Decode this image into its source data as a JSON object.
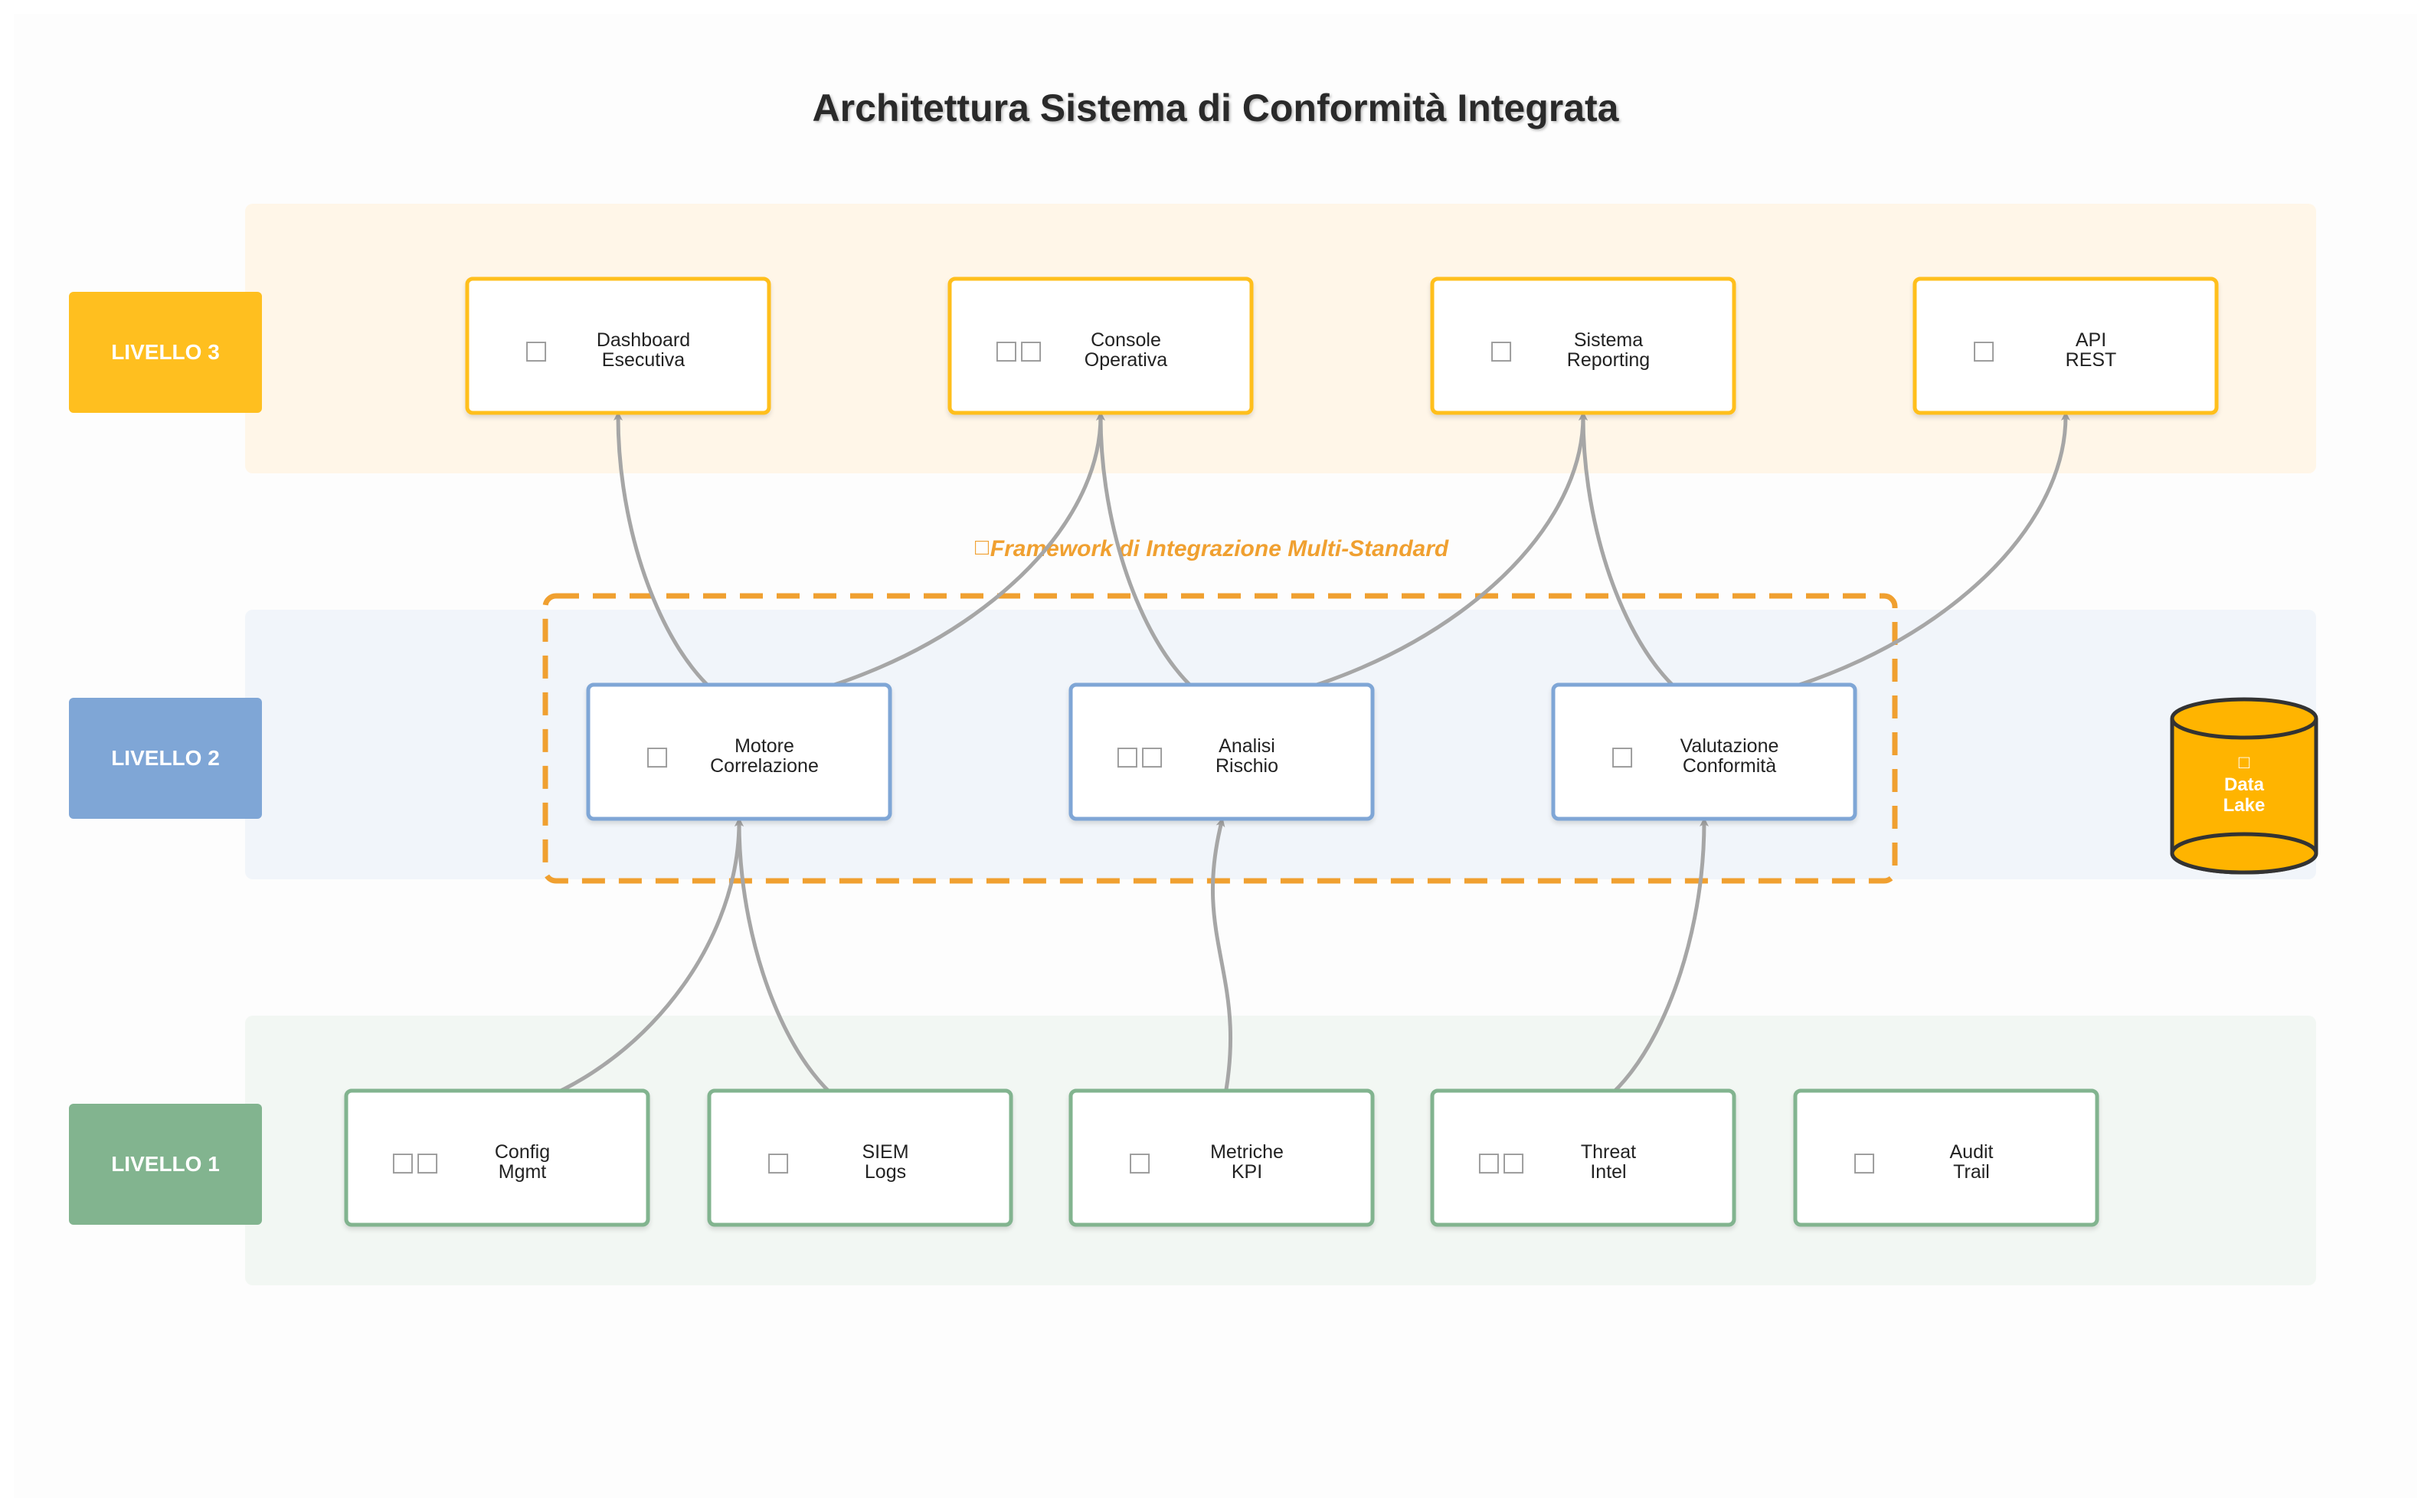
{
  "title": "Architettura Sistema di Conformità Integrata",
  "colors": {
    "level3": "#ffbf1f",
    "level2": "#7fa6d6",
    "level1": "#82b48f",
    "band3": "#fff6e8",
    "band2": "#f1f5fa",
    "band1": "#f2f7f3",
    "framework": "#f0a030",
    "datalake": "#ffb400",
    "arrow": "#a6a6a6"
  },
  "levels": [
    {
      "id": "l3",
      "label": "LIVELLO 3",
      "color": "#ffbf1f"
    },
    {
      "id": "l2",
      "label": "LIVELLO 2",
      "color": "#7fa6d6"
    },
    {
      "id": "l1",
      "label": "LIVELLO 1",
      "color": "#82b48f"
    }
  ],
  "framework_label": "Framework di Integrazione Multi-Standard",
  "datalake": {
    "line1": "Data",
    "line2": "Lake"
  },
  "nodes": [
    {
      "id": "dashboard",
      "level": 3,
      "line1": "Dashboard",
      "line2": "Esecutiva",
      "icon": "chart-icon",
      "icon_glyph": "□"
    },
    {
      "id": "console",
      "level": 3,
      "line1": "Console",
      "line2": "Operativa",
      "icon": "monitor-icon",
      "icon_glyph": "□□"
    },
    {
      "id": "reporting",
      "level": 3,
      "line1": "Sistema",
      "line2": "Reporting",
      "icon": "report-icon",
      "icon_glyph": "□"
    },
    {
      "id": "api",
      "level": 3,
      "line1": "API",
      "line2": "REST",
      "icon": "plug-icon",
      "icon_glyph": "□"
    },
    {
      "id": "motore",
      "level": 2,
      "line1": "Motore",
      "line2": "Correlazione",
      "icon": "gear-icon",
      "icon_glyph": "□"
    },
    {
      "id": "rischio",
      "level": 2,
      "line1": "Analisi",
      "line2": "Rischio",
      "icon": "warning-icon",
      "icon_glyph": "□□"
    },
    {
      "id": "conformita",
      "level": 2,
      "line1": "Valutazione",
      "line2": "Conformità",
      "icon": "check-icon",
      "icon_glyph": "□"
    },
    {
      "id": "config",
      "level": 1,
      "line1": "Config",
      "line2": "Mgmt",
      "icon": "settings-icon",
      "icon_glyph": "□□"
    },
    {
      "id": "siem",
      "level": 1,
      "line1": "SIEM",
      "line2": "Logs",
      "icon": "log-icon",
      "icon_glyph": "□"
    },
    {
      "id": "metriche",
      "level": 1,
      "line1": "Metriche",
      "line2": "KPI",
      "icon": "metrics-icon",
      "icon_glyph": "□"
    },
    {
      "id": "threat",
      "level": 1,
      "line1": "Threat",
      "line2": "Intel",
      "icon": "shield-icon",
      "icon_glyph": "□□"
    },
    {
      "id": "audit",
      "level": 1,
      "line1": "Audit",
      "line2": "Trail",
      "icon": "clipboard-icon",
      "icon_glyph": "□"
    }
  ],
  "edges": [
    {
      "from": "config",
      "to": "motore"
    },
    {
      "from": "siem",
      "to": "motore"
    },
    {
      "from": "metriche",
      "to": "rischio"
    },
    {
      "from": "threat",
      "to": "conformita"
    },
    {
      "from": "motore",
      "to": "dashboard"
    },
    {
      "from": "motore",
      "to": "console"
    },
    {
      "from": "rischio",
      "to": "console"
    },
    {
      "from": "rischio",
      "to": "reporting"
    },
    {
      "from": "conformita",
      "to": "reporting"
    },
    {
      "from": "conformita",
      "to": "api"
    }
  ]
}
